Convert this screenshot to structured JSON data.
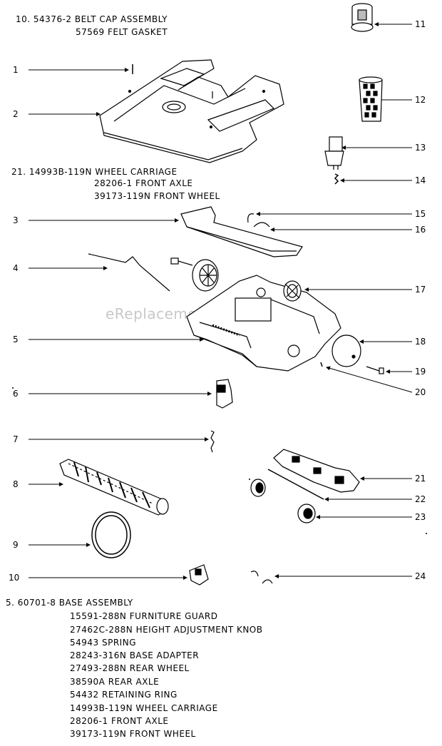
{
  "header_notes": {
    "belt_cap": [
      "10.  54376-2 BELT CAP ASSEMBLY",
      "57569 FELT GASKET"
    ],
    "wheel_carriage": [
      "21. 14993B-119N WHEEL CARRIAGE",
      "28206-1 FRONT AXLE",
      "39173-119N FRONT WHEEL"
    ]
  },
  "base_assembly": {
    "title": "5.  60701-8 BASE ASSEMBLY",
    "items": [
      "15591-288N FURNITURE GUARD",
      "27462C-288N HEIGHT ADJUSTMENT KNOB",
      "54943 SPRING",
      "28243-316N BASE ADAPTER",
      "27493-288N REAR WHEEL",
      "38590A REAR AXLE",
      "54432 RETAINING RING",
      "14993B-119N WHEEL CARRIAGE",
      "28206-1 FRONT AXLE",
      "39173-119N FRONT WHEEL"
    ]
  },
  "callouts_left": [
    "1",
    "2",
    "3",
    "4",
    "5",
    "6",
    "7",
    "8",
    "9",
    "10"
  ],
  "callouts_right": [
    "11",
    "12",
    "13",
    "14",
    "15",
    "16",
    "17",
    "18",
    "19",
    "20",
    "21",
    "22",
    "23",
    "24"
  ],
  "watermark": "eReplacementParts.com"
}
